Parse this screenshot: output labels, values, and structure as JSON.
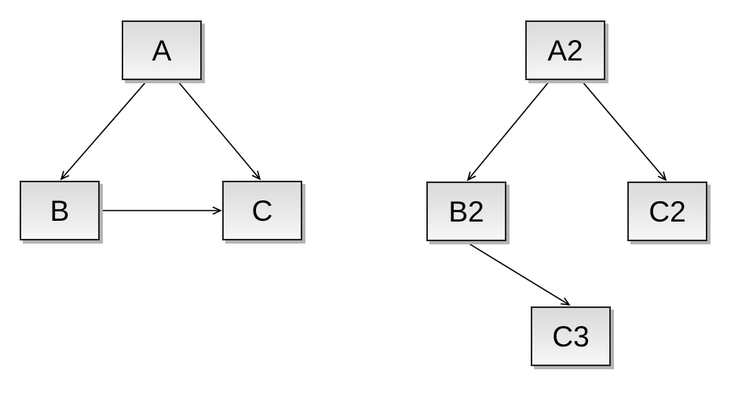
{
  "diagram": {
    "background_color": "#ffffff",
    "node_style": {
      "fill_top": "#dadada",
      "fill_bottom": "#f7f7f7",
      "border_color": "#262626",
      "shadow_color": "#b4b4b4",
      "label_color": "#000000"
    },
    "edge_style": {
      "line_color": "#000000",
      "arrowhead": "open-v"
    },
    "graphs": [
      {
        "name": "left-graph",
        "nodes": [
          {
            "id": "A",
            "label": "A"
          },
          {
            "id": "B",
            "label": "B"
          },
          {
            "id": "C",
            "label": "C"
          }
        ],
        "edges": [
          {
            "from": "A",
            "to": "B"
          },
          {
            "from": "A",
            "to": "C"
          },
          {
            "from": "B",
            "to": "C"
          }
        ]
      },
      {
        "name": "right-graph",
        "nodes": [
          {
            "id": "A2",
            "label": "A2"
          },
          {
            "id": "B2",
            "label": "B2"
          },
          {
            "id": "C2",
            "label": "C2"
          },
          {
            "id": "C3",
            "label": "C3"
          }
        ],
        "edges": [
          {
            "from": "A2",
            "to": "B2"
          },
          {
            "from": "A2",
            "to": "C2"
          },
          {
            "from": "B2",
            "to": "C3"
          }
        ]
      }
    ]
  }
}
